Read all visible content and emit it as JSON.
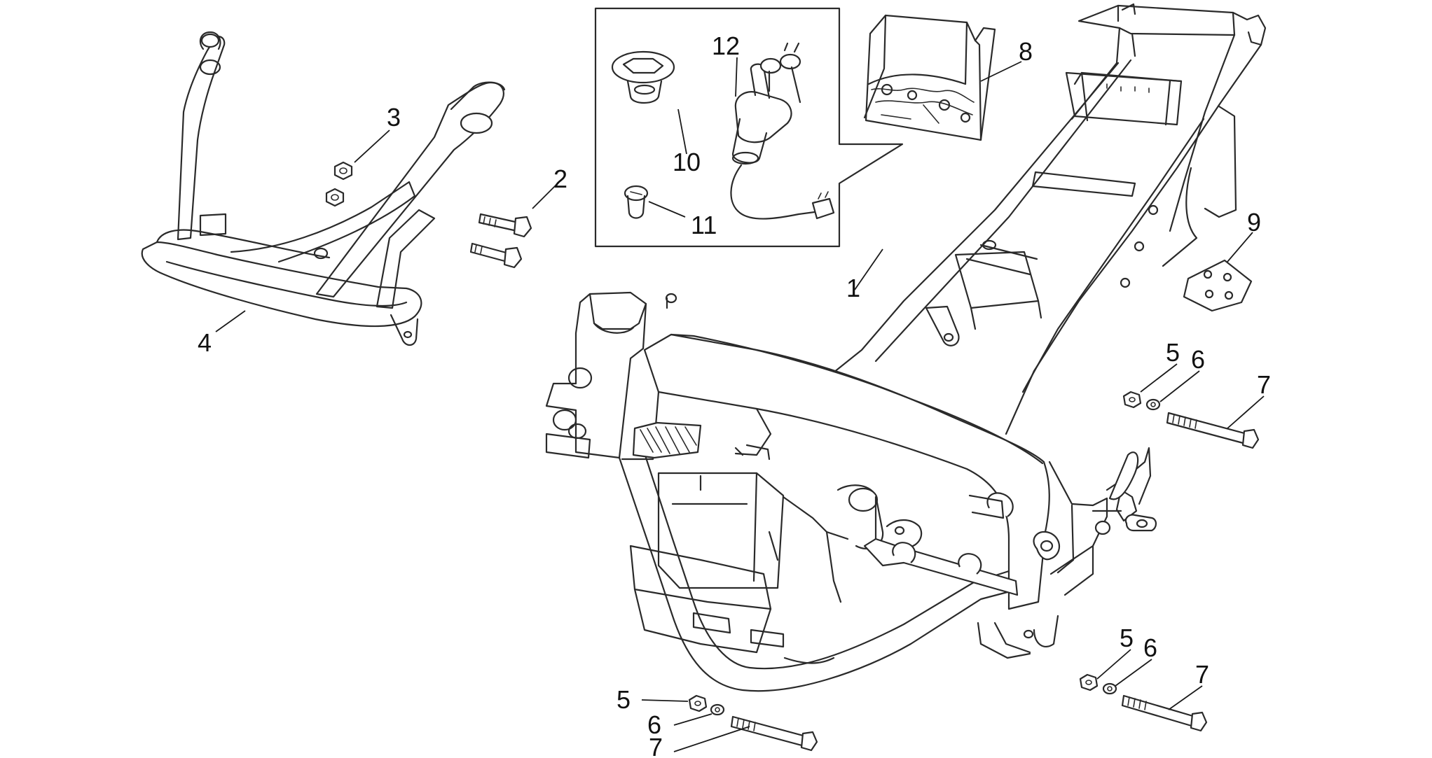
{
  "diagram": {
    "callouts": {
      "c1": "1",
      "c2": "2",
      "c3": "3",
      "c4": "4",
      "c5a": "5",
      "c5b": "5",
      "c5c": "5",
      "c6a": "6",
      "c6b": "6",
      "c6c": "6",
      "c7a": "7",
      "c7b": "7",
      "c7c": "7",
      "c8": "8",
      "c9": "9",
      "c10": "10",
      "c11": "11",
      "c12": "12"
    },
    "colors": {
      "line": "#2a2a2a",
      "background": "#ffffff"
    }
  }
}
